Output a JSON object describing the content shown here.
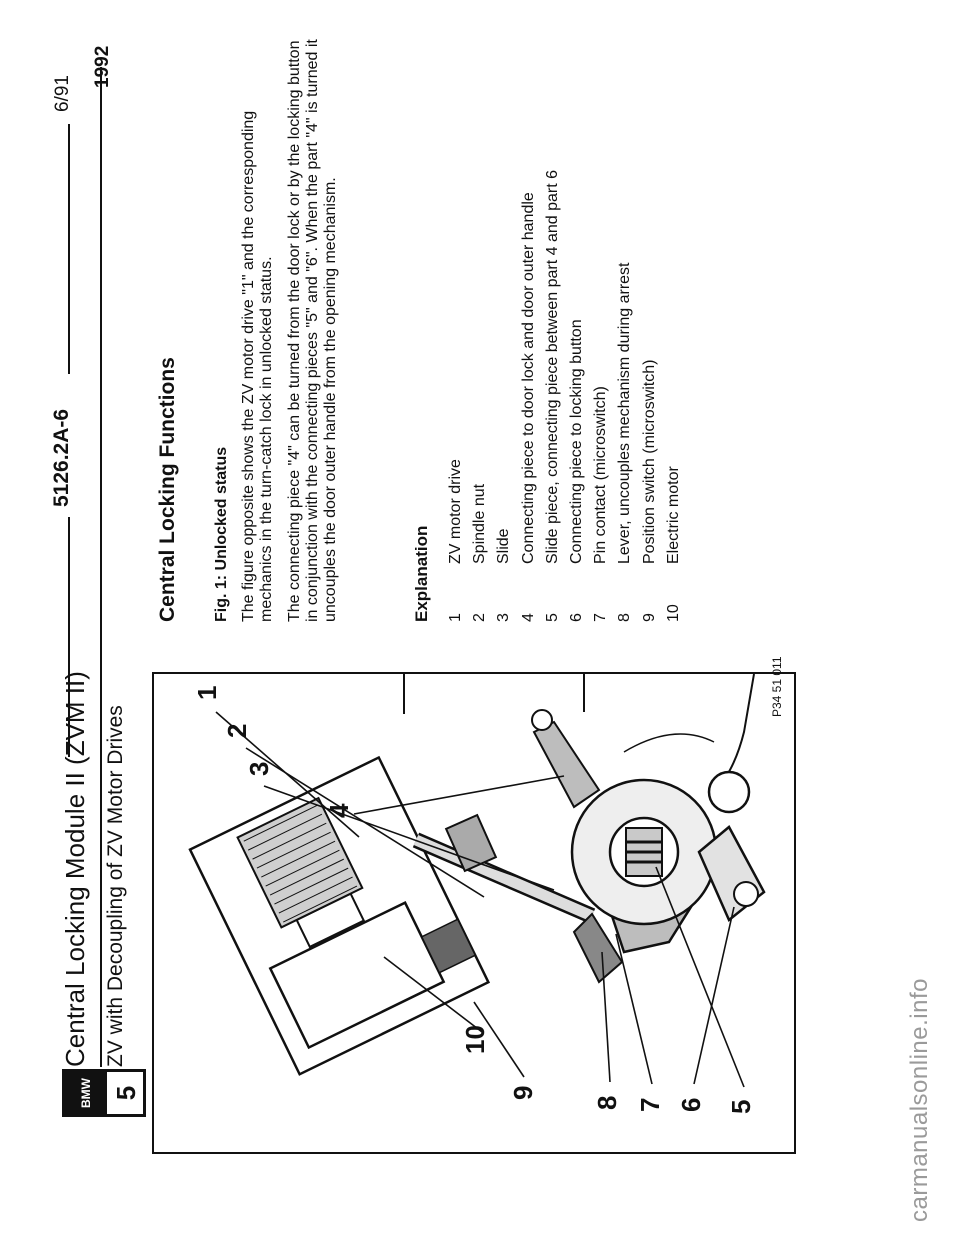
{
  "header": {
    "date": "6/91",
    "doc_number": "5126.2A-6",
    "year": "1992"
  },
  "logo": {
    "brand": "BMW",
    "series": "5"
  },
  "title": "Central Locking Module II (ZVM II)",
  "subtitle": "ZV with Decoupling of ZV Motor Drives",
  "section": {
    "heading": "Central Locking Functions",
    "fig_caption": "Fig. 1: Unlocked status",
    "paragraph1": "The figure opposite shows the ZV motor drive \"1\" and the corresponding mechanics in the turn-catch lock in unlocked status.",
    "paragraph2": "The connecting piece \"4\" can be turned from the door lock or by the locking button in conjunction with the connecting pieces \"5\" and \"6\". When the part \"4\" is turned it uncouples the door outer handle from the opening mechanism."
  },
  "explanation": {
    "heading": "Explanation",
    "items": [
      {
        "num": "1",
        "text": "ZV motor drive"
      },
      {
        "num": "2",
        "text": "Spindle nut"
      },
      {
        "num": "3",
        "text": "Slide"
      },
      {
        "num": "4",
        "text": "Connecting piece to door lock and door outer handle"
      },
      {
        "num": "5",
        "text": "Slide piece, connecting piece between part 4 and part 6"
      },
      {
        "num": "6",
        "text": "Connecting piece to locking button"
      },
      {
        "num": "7",
        "text": "Pin contact (microswitch)"
      },
      {
        "num": "8",
        "text": "Lever, uncouples mechanism during arrest"
      },
      {
        "num": "9",
        "text": "Position switch (microswitch)"
      },
      {
        "num": "10",
        "text": "Electric motor"
      }
    ]
  },
  "figure": {
    "ref": "P34 51 011",
    "callouts": [
      "1",
      "2",
      "3",
      "4",
      "5",
      "6",
      "7",
      "8",
      "9",
      "10"
    ]
  },
  "watermark": "carmanualsonline.info"
}
